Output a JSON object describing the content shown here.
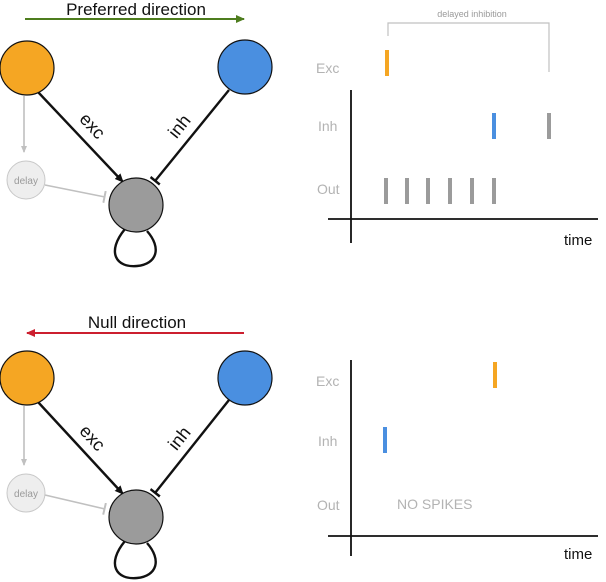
{
  "colors": {
    "excitatory": "#f5a623",
    "inhibitory": "#4a8fe0",
    "output": "#9b9b9b",
    "delay_fill": "#eeeeee",
    "preferred_arrow": "#4e7d1e",
    "null_arrow": "#cc1f2f",
    "light_label": "#b3b3b3",
    "axis": "#111111"
  },
  "preferred": {
    "heading": "Preferred direction",
    "exc_label": "exc",
    "inh_label": "inh",
    "delay_label": "delay",
    "raster": {
      "row_labels": [
        "Exc",
        "Inh",
        "Out"
      ],
      "time_label": "time",
      "bracket_label": "delayed inhibition",
      "annotation": ""
    }
  },
  "null": {
    "heading": "Null direction",
    "exc_label": "exc",
    "inh_label": "inh",
    "delay_label": "delay",
    "raster": {
      "row_labels": [
        "Exc",
        "Inh",
        "Out"
      ],
      "time_label": "time",
      "bracket_label": "",
      "annotation": "NO SPIKES"
    }
  }
}
